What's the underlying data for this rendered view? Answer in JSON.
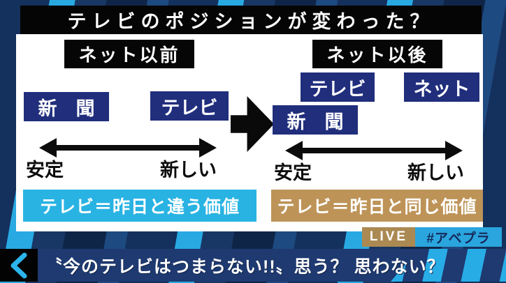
{
  "title": "テレビのポジションが変わった？",
  "diagram": {
    "before": {
      "header": "ネット以前",
      "items": [
        {
          "label": "新　聞"
        },
        {
          "label": "テレビ"
        }
      ],
      "axis": {
        "left": "安定",
        "right": "新しい"
      },
      "conclusion": "テレビ＝昨日と違う価値"
    },
    "transition_icon": "thick-right-arrow",
    "after": {
      "header": "ネット以後",
      "items": [
        {
          "label": "テレビ"
        },
        {
          "label": "ネット"
        },
        {
          "label": "新　聞"
        }
      ],
      "axis": {
        "left": "安定",
        "right": "新しい"
      },
      "conclusion": "テレビ＝昨日と同じ価値"
    }
  },
  "badges": {
    "live": "LIVE",
    "hashtag": "#アベプラ"
  },
  "ticker": {
    "back_icon": "chevron-left",
    "text": "〝今のテレビはつまらない!!〟思う？ 思わない？"
  },
  "icons": {
    "axis": "double-headed-arrow",
    "transition": "thick-right-arrow",
    "back": "chevron-left"
  },
  "colors": {
    "background_navy": "#14305c",
    "background_cyan": "#28a9e2",
    "banner_black": "#050505",
    "box_navy": "#202e7c",
    "conclusion_before_cyan": "#29b3e3",
    "conclusion_after_tan": "#bd9357",
    "live_badge_tan": "#ab8952",
    "hashtag_badge_cyan": "#2aa5de",
    "hashtag_text_navy": "#16295a",
    "ticker_blue": "#1e3a71",
    "chevron_cyan": "#2bb5ec"
  }
}
